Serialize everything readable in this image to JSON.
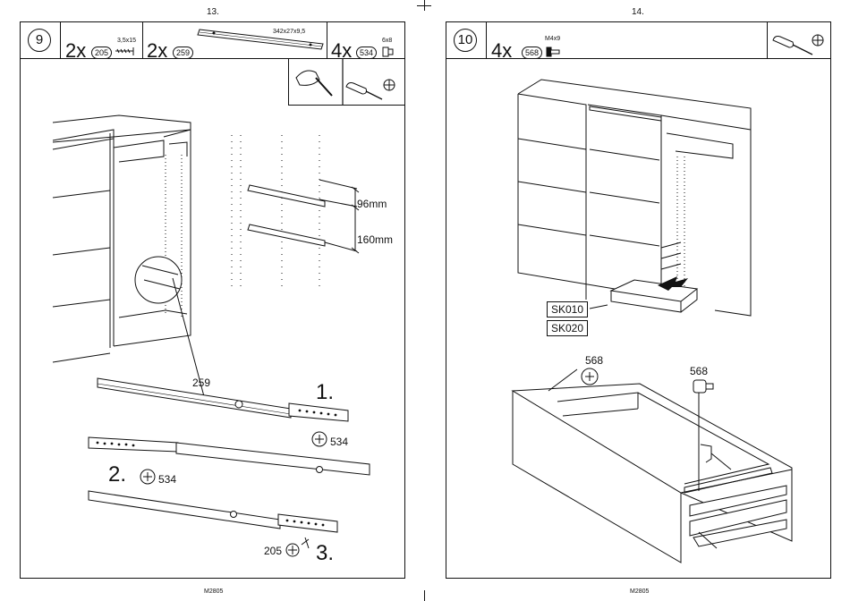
{
  "pages": {
    "left_number": "13.",
    "right_number": "14.",
    "left_footer": "M2805",
    "right_footer": "M2805"
  },
  "step9": {
    "step_number": "9",
    "parts": [
      {
        "qty": "2x",
        "code": "205",
        "spec": "3,5x15"
      },
      {
        "qty": "2x",
        "code": "259",
        "spec": "342x27x9,5"
      },
      {
        "qty": "4x",
        "code": "534",
        "spec": "6x8"
      }
    ],
    "dim_top": "96mm",
    "dim_bottom": "160mm",
    "rail_label": "259",
    "step_labels": [
      "1.",
      "2.",
      "3."
    ],
    "screw_534_a": "534",
    "screw_534_b": "534",
    "screw_205": "205"
  },
  "step10": {
    "step_number": "10",
    "part": {
      "qty": "4x",
      "code": "568",
      "spec": "M4x9"
    },
    "drawer_codes": [
      "SK010",
      "SK020"
    ],
    "screw_label_left": "568",
    "screw_label_right": "568"
  },
  "icons": [
    "screwdriver-icon",
    "phillips-icon",
    "hammer-icon",
    "screw-icon",
    "bolt-icon",
    "dowel-icon"
  ]
}
